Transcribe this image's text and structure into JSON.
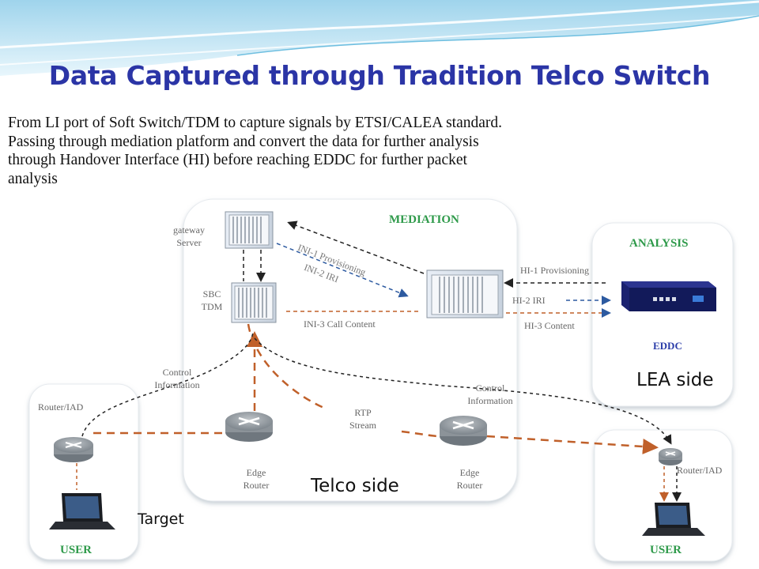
{
  "title": "Data Captured through Tradition Telco Switch",
  "intro_lines": [
    "From LI port of Soft Switch/TDM to capture signals  by ETSI/CALEA standard.",
    "Passing through mediation platform and convert the data for further analysis",
    "through Handover Interface (HI) before reaching EDDC for further packet",
    "analysis"
  ],
  "labels": {
    "gateway_server": [
      "gateway",
      "Server"
    ],
    "sbc_tdm": [
      "SBC",
      "TDM"
    ],
    "mediation": "MEDIATION",
    "analysis": "ANALYSIS",
    "eddc": "EDDC",
    "ini1": "INI-1 Provisioning",
    "ini2": "INI-2 IRI",
    "ini3": "INI-3 Call Content",
    "hi1": "HI-1 Provisioning",
    "hi2": "HI-2 IRI",
    "hi3": "HI-3  Content",
    "control_left": [
      "Control",
      "Information"
    ],
    "control_right": [
      "Control",
      "Information"
    ],
    "rtp": [
      "RTP",
      "Stream"
    ],
    "edge_left": [
      "Edge",
      "Router"
    ],
    "edge_right": [
      "Edge",
      "Router"
    ],
    "router_iad_left": "Router/IAD",
    "router_iad_right": "Router/IAD",
    "user_left": "USER",
    "user_right": "USER",
    "target": "Target",
    "telco_side": "Telco side",
    "lea_side": "LEA side"
  },
  "colors": {
    "title": "#2b35a6",
    "mediation": "#2e9a4a",
    "analysis": "#2e9a4a",
    "user": "#2e9a4a",
    "eddc": "#2a3ca8",
    "dashed_orange": "#c0602a",
    "dashed_blue": "#2d5aa0",
    "dashed_black": "#222222"
  }
}
